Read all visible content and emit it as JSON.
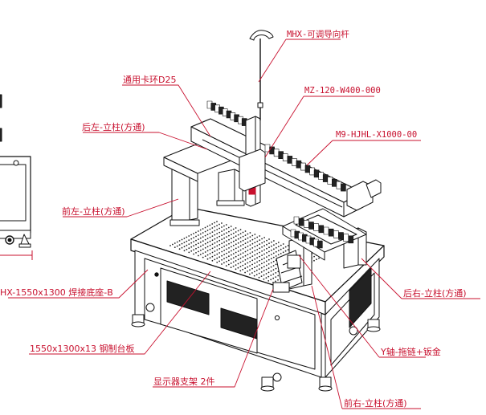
{
  "colors": {
    "annotation": "#c8102e",
    "drawing": "#111111",
    "background": "#ffffff"
  },
  "labels": {
    "guide_rod": "MHX-可调导向杆",
    "clamp_ring": "通用卡环D25",
    "z_module": "MZ-120-W400-000",
    "rear_left_column": "后左-立柱(方通)",
    "x_module": "M9-HJHL-X1000-00",
    "front_left_column": "前左-立柱(方通)",
    "welding_base": "HX-1550x1300 焊接底座-B",
    "rear_right_column": "后右-立柱(方通)",
    "steel_table": "1550x1300x13  钢制台板",
    "y_axis_chain": "Y轴-拖链+钣金",
    "monitor_bracket": "显示器支架  2件",
    "front_right_column": "前右-立柱(方通)"
  }
}
